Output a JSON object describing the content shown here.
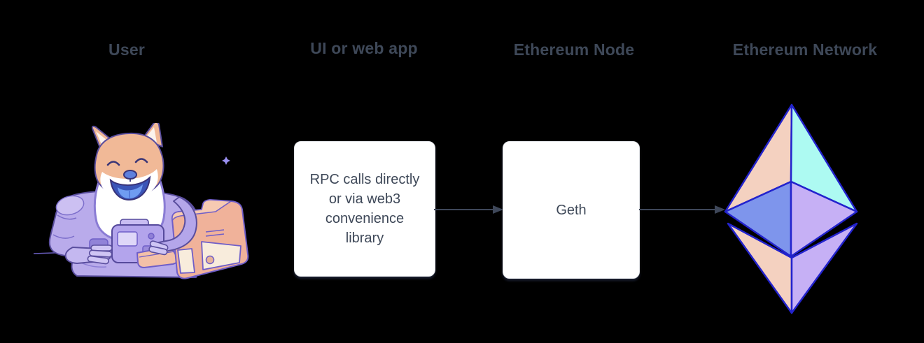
{
  "diagram": {
    "background": "#000000",
    "labels": {
      "user": "User",
      "ui": "UI or web app",
      "node": "Ethereum Node",
      "network": "Ethereum Network"
    },
    "nodes": {
      "ui_app": {
        "text": "RPC calls directly\nor via web3\nconvenience\nlibrary"
      },
      "geth": {
        "text": "Geth"
      }
    },
    "edges": [
      {
        "from": "ui_app",
        "to": "geth",
        "style": "arrow-right"
      },
      {
        "from": "geth",
        "to": "ethereum_network",
        "style": "arrow-right"
      }
    ],
    "icons": {
      "user": "doge-astronaut-at-computer-illustration",
      "network": "ethereum-logo"
    },
    "colors": {
      "heading_text": "#3e4858",
      "box_text": "#3e4858",
      "box_fill": "#ffffff",
      "arrow": "#3e4759",
      "eth_outline": "#2323cd",
      "eth_peach": "#f4d1c0",
      "eth_cyan": "#adfaf2",
      "eth_blue": "#7e95ec",
      "eth_purple": "#c6b0f5",
      "doge_suit": "#b9abeb",
      "doge_fur": "#f1b997",
      "doge_tongue": "#6f9cf1",
      "computer_body": "#f0b29a"
    }
  }
}
